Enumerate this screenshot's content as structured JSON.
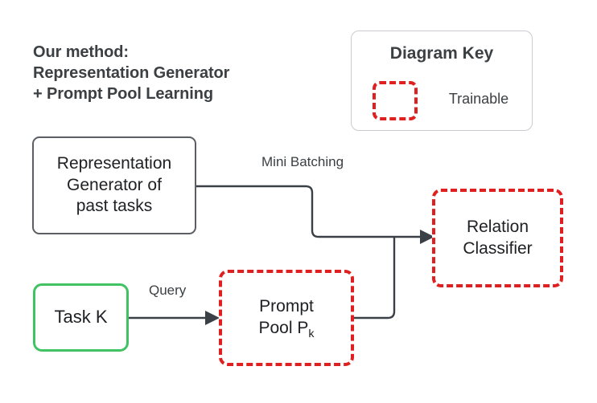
{
  "title": {
    "text": "Our method:\nRepresentation Generator\n+ Prompt Pool Learning"
  },
  "legend": {
    "title": "Diagram Key",
    "swatch_icon": "red-dashed-box-icon",
    "swatch_label": "Trainable",
    "swatch_color": "#e02020"
  },
  "nodes": {
    "representation_generator": {
      "label": "Representation\nGenerator of\npast tasks",
      "border_color": "#5b5f63",
      "border_style": "solid"
    },
    "task_k": {
      "label": "Task K",
      "border_color": "#41c363",
      "border_style": "solid"
    },
    "prompt_pool": {
      "label_line1": "Prompt",
      "label_line2": "Pool P",
      "label_subscript": "k",
      "border_color": "#e02020",
      "border_style": "dashed"
    },
    "relation_classifier": {
      "label": "Relation\nClassifier",
      "border_color": "#e02020",
      "border_style": "dashed"
    }
  },
  "edges": {
    "mini_batching_label": "Mini Batching",
    "query_label": "Query",
    "line_color": "#3b4046"
  }
}
